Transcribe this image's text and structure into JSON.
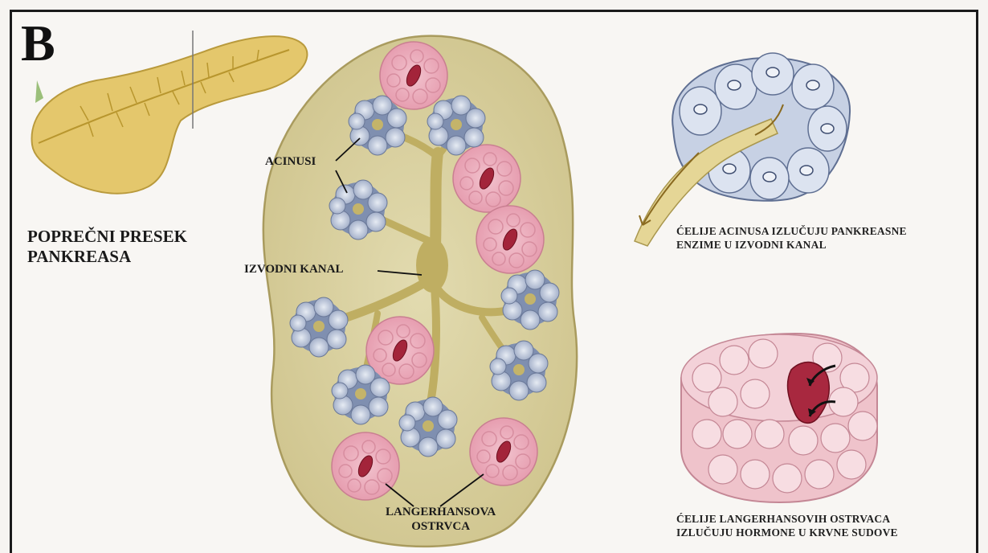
{
  "figure": {
    "panel_letter": "B",
    "labels": {
      "cross_section": [
        "POPREČNI PRESEK",
        "PANKREASA"
      ],
      "acini": "ACINUSI",
      "duct": "IZVODNI KANAL",
      "islets": [
        "LANGERHANSOVA",
        "OSTRVCA"
      ]
    },
    "captions": {
      "acinus_cells": [
        "ĆELIJE ACINUSA IZLUČUJU PANKREASNE",
        "ENZIME U IZVODNI KANAL"
      ],
      "islet_cells": [
        "ĆELIJE LANGERHANSOVIH OSTRVACA",
        "IZLUČUJU HORMONE U KRVNE SUDOVE"
      ]
    }
  },
  "colors": {
    "tissue": "#d8cf9f",
    "duct": "#c4b46a",
    "acinus": "#aab7cf",
    "islet": "#e8a9b8",
    "pancreas": "#e2c468"
  }
}
